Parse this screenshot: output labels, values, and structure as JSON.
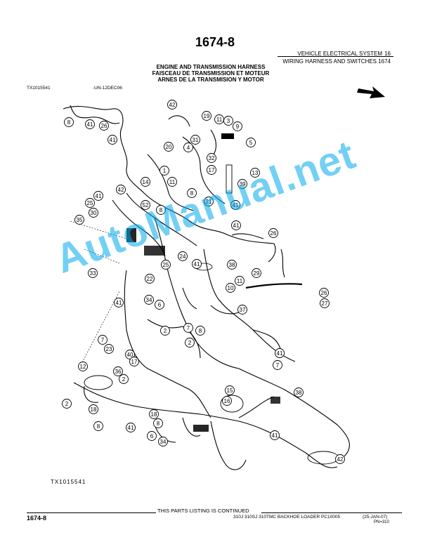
{
  "page": {
    "title": "1674-8",
    "header_line1_left": "VEHICLE ELECTRICAL SYSTEM",
    "header_line1_num": "16",
    "header_line2": "WIRING HARNESS AND SWITCHES 1674",
    "section_title": [
      "ENGINE AND TRANSMISSION HARNESS",
      "FAISCEAU DE TRANSMISSION ET MOTEUR",
      "ARNES DE LA TRANSMISION Y MOTOR"
    ],
    "ref_id": "TX1015541",
    "ref_code": "-UN-12DEC06",
    "drawing_id": "TX1015541",
    "watermark": "AutoManual.net"
  },
  "footer": {
    "continued": "THIS PARTS LISTING IS CONTINUED",
    "page_number": "1674-8",
    "model": "310J 310SJ 310TMC BACKHOE LOADER   PC10005",
    "date": "(25-JAN-07)",
    "pn": "PN=310"
  },
  "callouts": [
    "8",
    "41",
    "26",
    "41",
    "42",
    "19",
    "11",
    "3",
    "9",
    "4",
    "31",
    "32",
    "20",
    "1",
    "5",
    "17",
    "13",
    "39",
    "14",
    "11",
    "8",
    "21",
    "41",
    "25",
    "42",
    "41",
    "30",
    "52",
    "8",
    "35",
    "41",
    "26",
    "33",
    "25",
    "24",
    "41",
    "38",
    "29",
    "22",
    "11",
    "10",
    "26",
    "27",
    "41",
    "34",
    "6",
    "37",
    "2",
    "7",
    "8",
    "2",
    "7",
    "23",
    "40",
    "17",
    "12",
    "36",
    "2",
    "41",
    "2",
    "7",
    "15",
    "16",
    "38",
    "18",
    "8",
    "41",
    "18",
    "8",
    "6",
    "34",
    "41",
    "42"
  ]
}
